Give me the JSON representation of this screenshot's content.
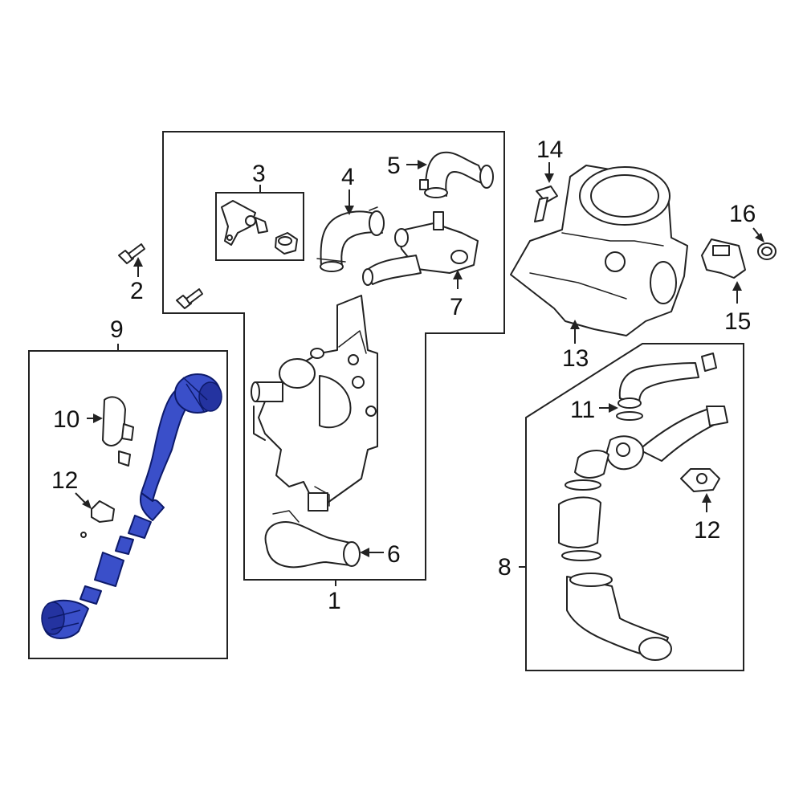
{
  "diagram": {
    "callouts": {
      "c1": "1",
      "c2": "2",
      "c3": "3",
      "c4": "4",
      "c5": "5",
      "c6": "6",
      "c7": "7",
      "c8": "8",
      "c9": "9",
      "c10": "10",
      "c11": "11",
      "c12a": "12",
      "c12b": "12",
      "c13": "13",
      "c14": "14",
      "c15": "15",
      "c16": "16"
    },
    "highlight_color": "#3a4fc9"
  }
}
